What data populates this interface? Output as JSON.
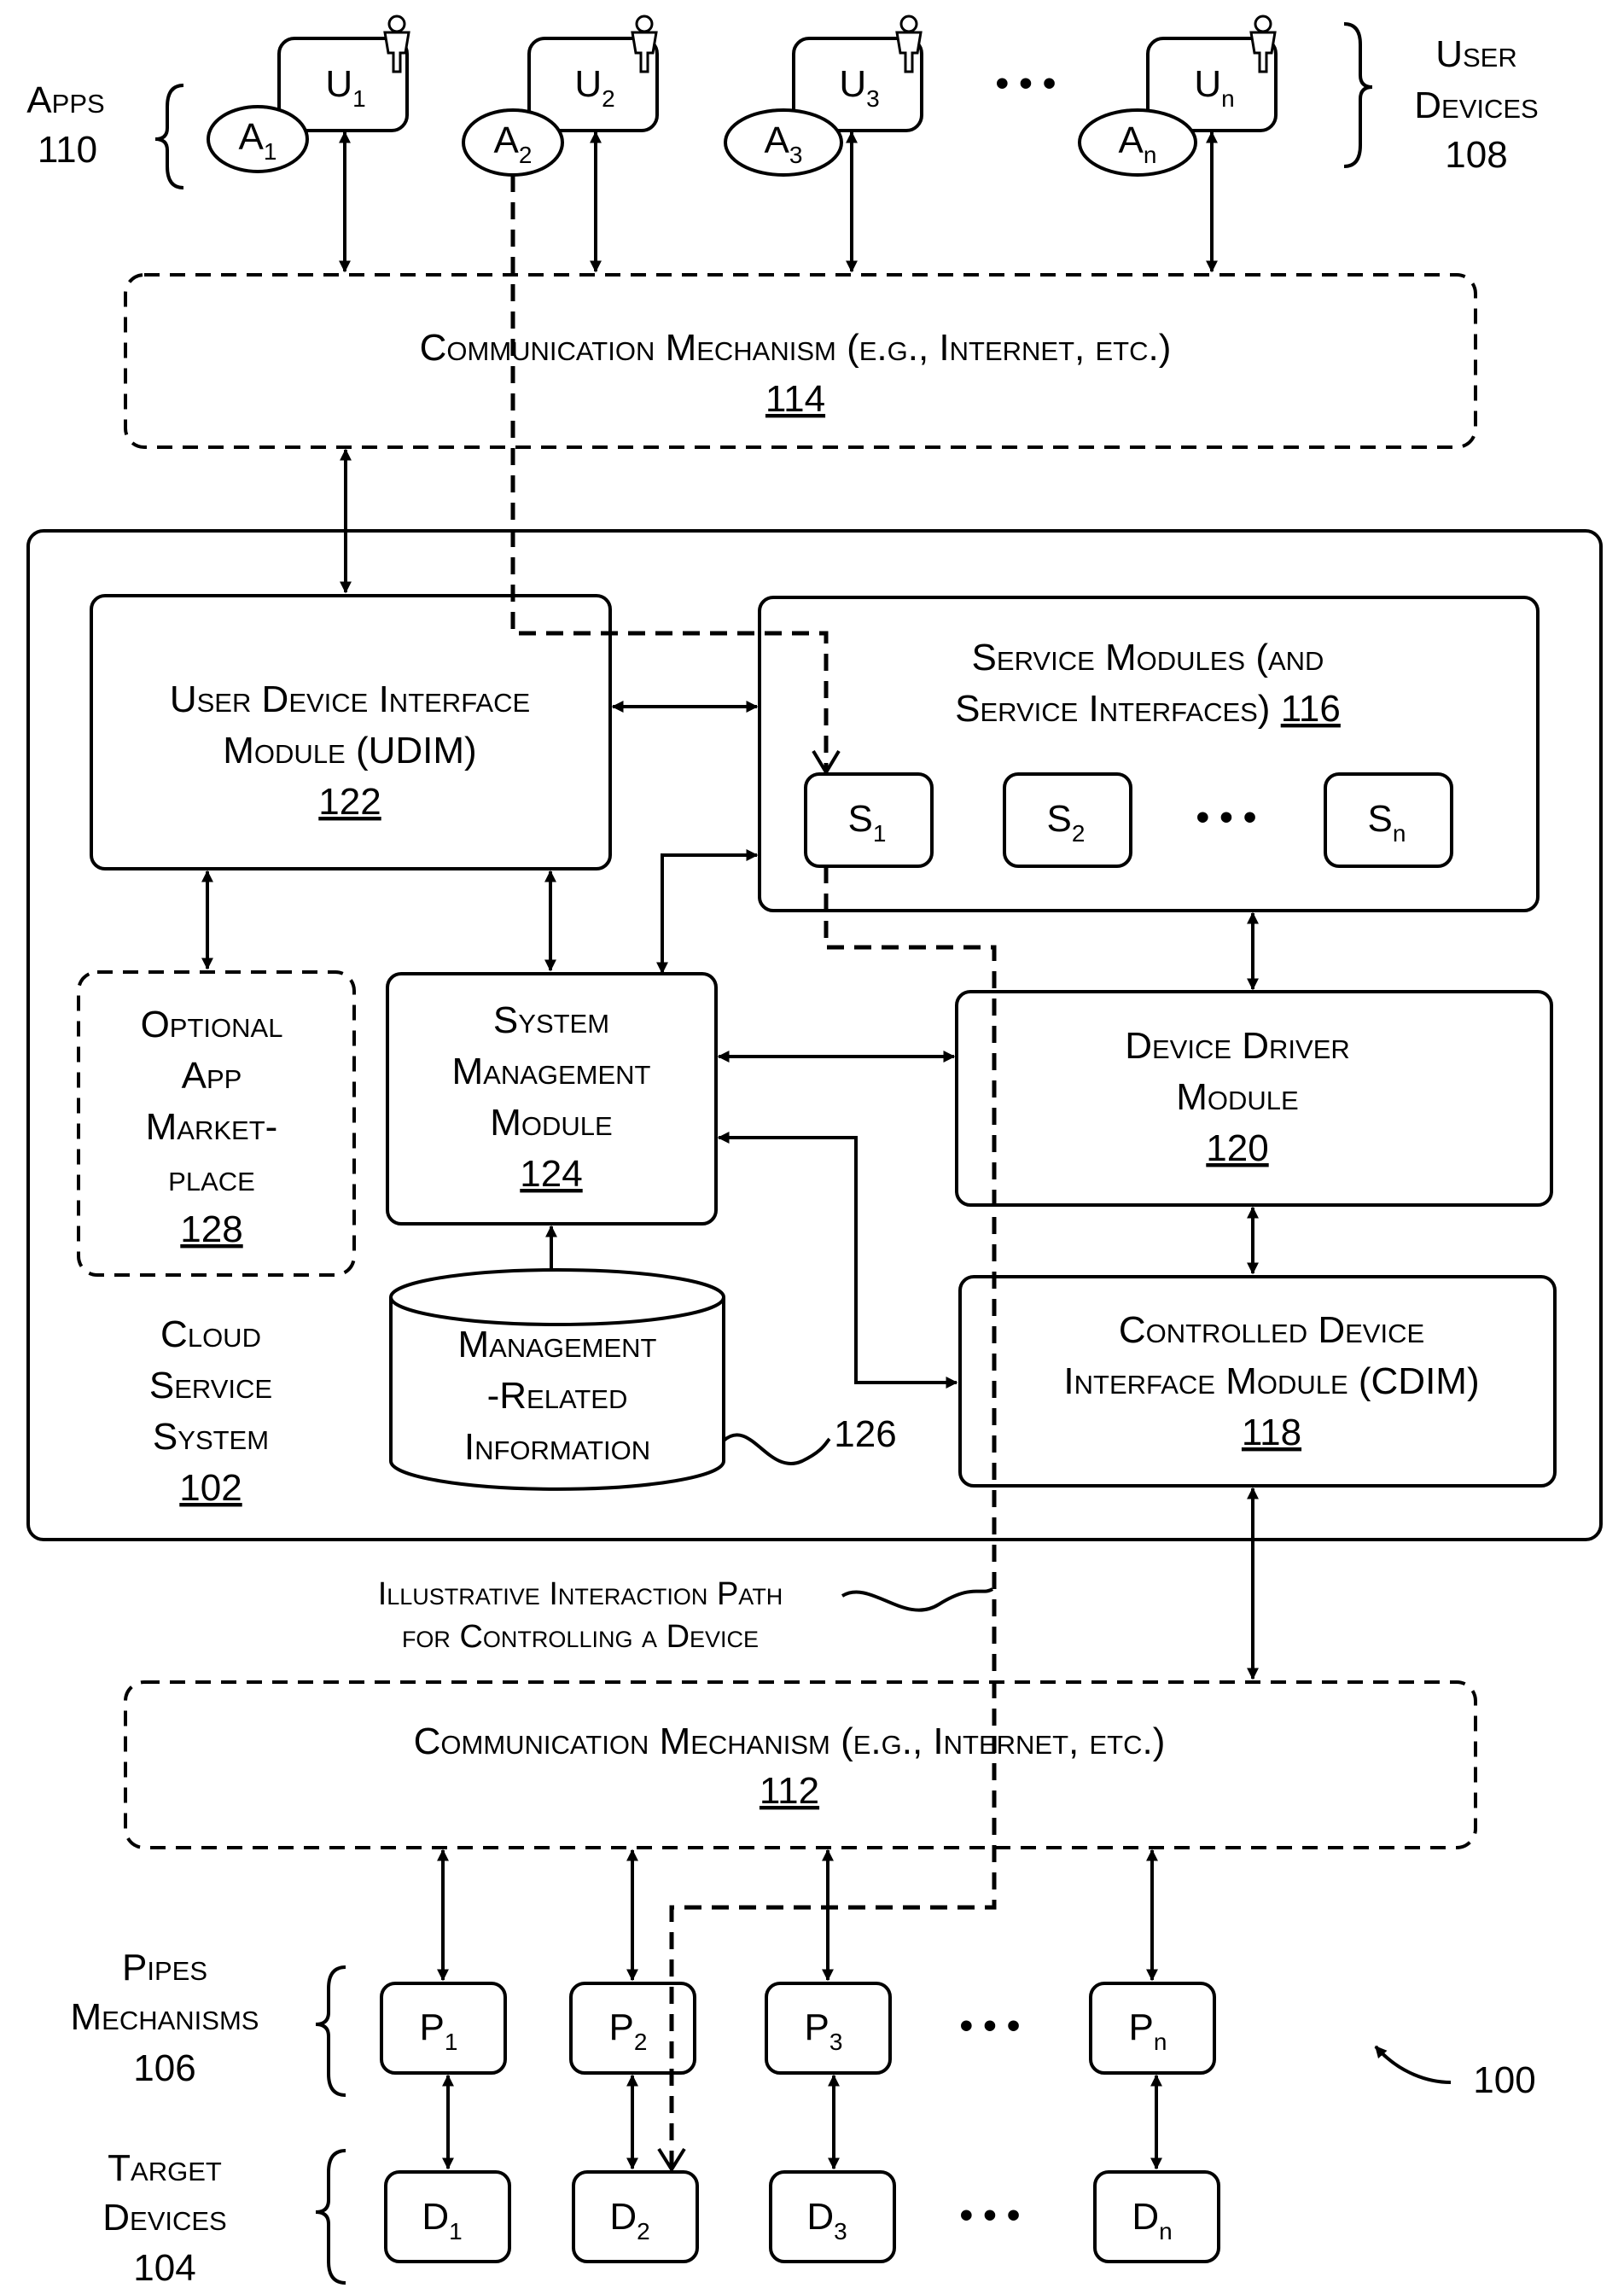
{
  "apps": {
    "title": "Apps",
    "ref": "110"
  },
  "user_devices": {
    "title1": "User",
    "title2": "Devices",
    "ref": "108"
  },
  "clients": [
    {
      "app": "A",
      "app_sub": "1",
      "user": "U",
      "user_sub": "1"
    },
    {
      "app": "A",
      "app_sub": "2",
      "user": "U",
      "user_sub": "2"
    },
    {
      "app": "A",
      "app_sub": "3",
      "user": "U",
      "user_sub": "3"
    },
    {
      "app": "A",
      "app_sub": "n",
      "user": "U",
      "user_sub": "n"
    }
  ],
  "ellipsis": "• • •",
  "comm_top": {
    "label": "Communication Mechanism (e.g., Internet, etc.)",
    "ref": "114"
  },
  "udim": {
    "line1": "User Device Interface",
    "line2": "Module (UDIM)",
    "ref": "122"
  },
  "service_modules": {
    "line1": "Service Modules (and",
    "line2": "Service Interfaces)",
    "ref": "116",
    "items": [
      {
        "label": "S",
        "sub": "1"
      },
      {
        "label": "S",
        "sub": "2"
      },
      {
        "label": "S",
        "sub": "n"
      }
    ]
  },
  "marketplace": {
    "line1": "Optional",
    "line2": "App",
    "line3": "Market-",
    "line4": "place",
    "ref": "128"
  },
  "smm": {
    "line1": "System",
    "line2": "Management",
    "line3": "Module",
    "ref": "124"
  },
  "ddm": {
    "line1": "Device Driver",
    "line2": "Module",
    "ref": "120"
  },
  "mri": {
    "line1": "Management",
    "line2": "-Related",
    "line3": "Information",
    "ref": "126"
  },
  "cdim": {
    "line1": "Controlled Device",
    "line2": "Interface Module (CDIM)",
    "ref": "118"
  },
  "cloud": {
    "line1": "Cloud",
    "line2": "Service",
    "line3": "System",
    "ref": "102"
  },
  "path_note": {
    "line1": "Illustrative Interaction Path",
    "line2": "for Controlling a Device"
  },
  "comm_bottom": {
    "label": "Communication Mechanism (e.g., Internet, etc.)",
    "ref": "112"
  },
  "pipes": {
    "line1": "Pipes",
    "line2": "Mechanisms",
    "ref": "106",
    "items": [
      {
        "label": "P",
        "sub": "1"
      },
      {
        "label": "P",
        "sub": "2"
      },
      {
        "label": "P",
        "sub": "3"
      },
      {
        "label": "P",
        "sub": "n"
      }
    ]
  },
  "targets": {
    "line1": "Target",
    "line2": "Devices",
    "ref": "104",
    "items": [
      {
        "label": "D",
        "sub": "1"
      },
      {
        "label": "D",
        "sub": "2"
      },
      {
        "label": "D",
        "sub": "3"
      },
      {
        "label": "D",
        "sub": "n"
      }
    ]
  },
  "figure_ref": "100"
}
